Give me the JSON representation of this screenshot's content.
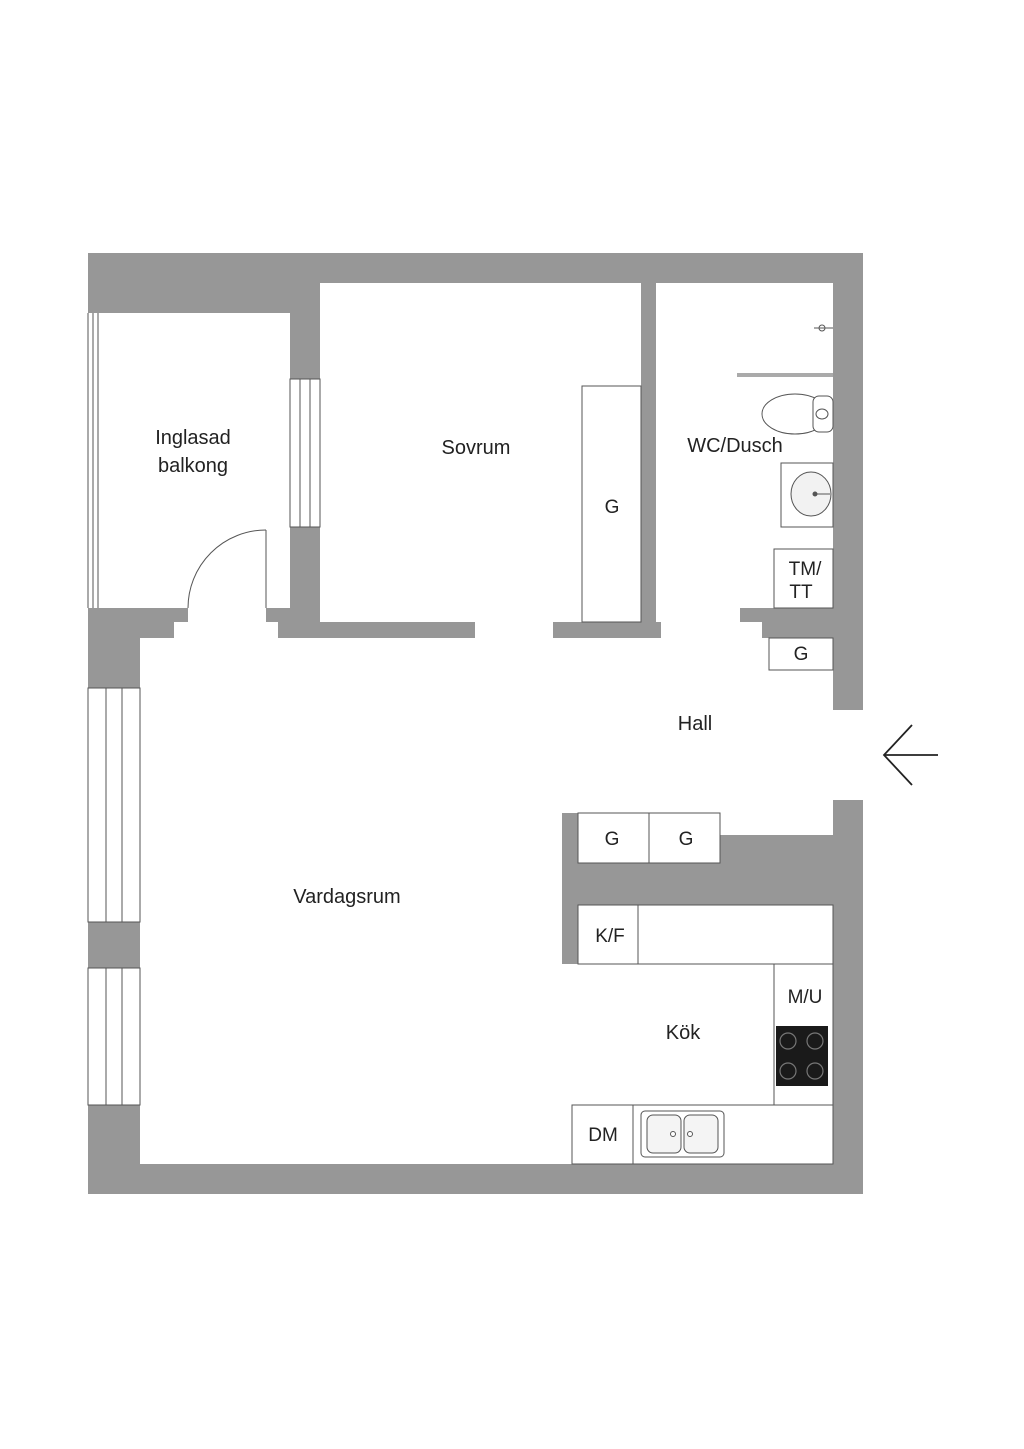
{
  "colors": {
    "wall": "#979797",
    "line": "#555555",
    "fixture_fill": "#ffffff",
    "stove": "#1a1a1a",
    "background": "#ffffff"
  },
  "rooms": {
    "balcony_line1": "Inglasad",
    "balcony_line2": "balkong",
    "bedroom": "Sovrum",
    "bathroom": "WC/Dusch",
    "hall": "Hall",
    "living": "Vardagsrum",
    "kitchen": "Kök"
  },
  "fixtures": {
    "bedroom_wardrobe": "G",
    "washer_line1": "TM/",
    "washer_line2": "TT",
    "hall_wardrobe": "G",
    "hall_wardrobe_1": "G",
    "hall_wardrobe_2": "G",
    "fridge_freezer": "K/F",
    "microwave_oven": "M/U",
    "dishwasher": "DM"
  },
  "icons": {
    "entrance": "entrance-arrow-icon",
    "toilet": "toilet-icon",
    "sink": "sink-icon",
    "stove": "stove-icon",
    "kitchen_sink": "kitchen-sink-icon",
    "shower": "shower-icon"
  }
}
